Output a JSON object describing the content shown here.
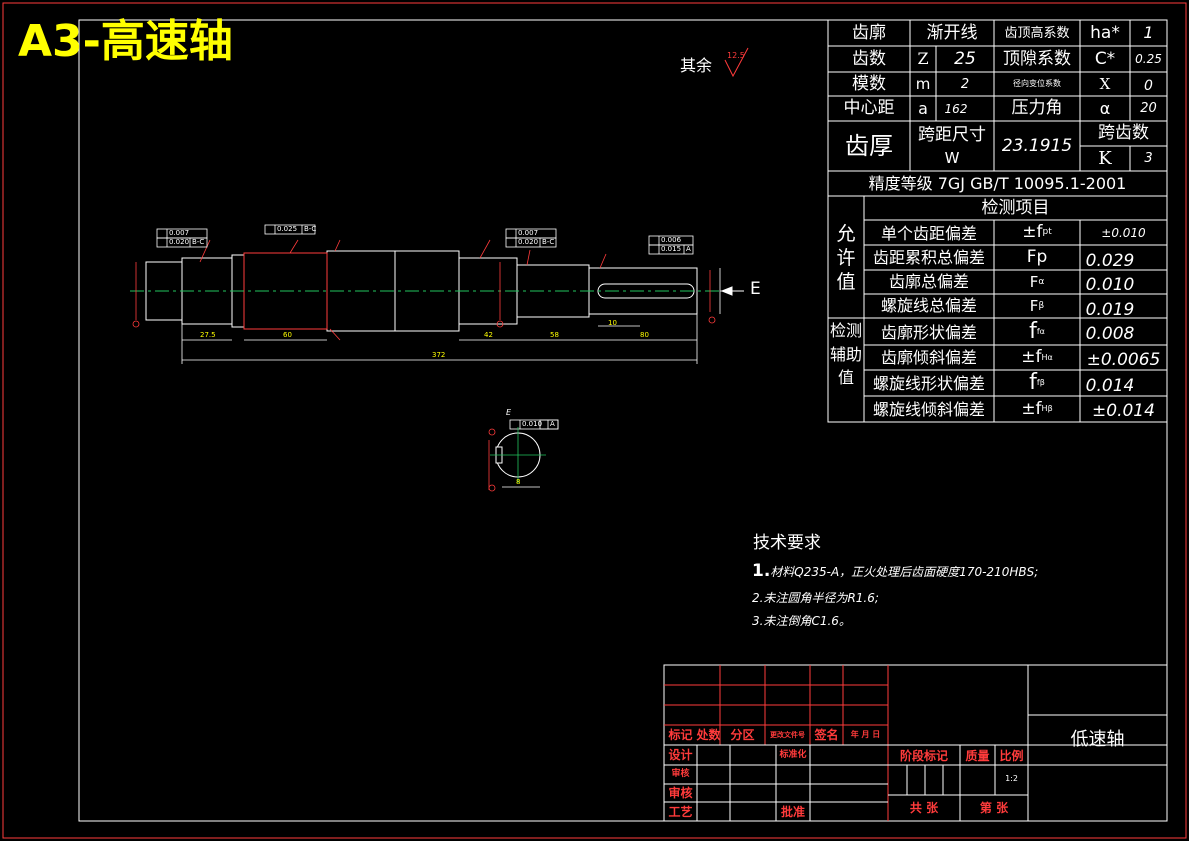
{
  "sheet": {
    "title": "A3-高速轴",
    "surface_finish_note": "其余",
    "surface_finish_value": "12.5"
  },
  "gear_params": {
    "r1": {
      "a": "齿廓",
      "b": "渐开线",
      "c": "齿顶高系数",
      "d": "ha*",
      "e": "1"
    },
    "r2": {
      "a": "齿数",
      "b": "Z",
      "bv": "25",
      "c": "顶隙系数",
      "d": "C*",
      "e": "0.25"
    },
    "r3": {
      "a": "模数",
      "b": "m",
      "bv": "2",
      "c": "径向变位系数",
      "d": "X",
      "e": "0"
    },
    "r4": {
      "a": "中心距",
      "b": "a",
      "bv": "162",
      "c": "压力角",
      "d": "α",
      "e": "20"
    },
    "r5": {
      "a": "齿厚",
      "b": "跨距尺寸",
      "b2": "W",
      "c": "23.1915",
      "d": "跨齿数",
      "d2": "K",
      "e": "3"
    },
    "precision": "精度等级   7GJ GB/T 10095.1-2001",
    "inspection_header": "检测项目",
    "allow_label_1": "允",
    "allow_label_2": "许",
    "allow_label_3": "值",
    "aux_label_1": "检测",
    "aux_label_2": "辅助",
    "aux_label_3": "值",
    "items": [
      {
        "name": "单个齿距偏差",
        "sym": "±f",
        "sub": "pt",
        "val": "±0.010"
      },
      {
        "name": "齿距累积总偏差",
        "sym": "Fp",
        "sub": "",
        "val": "0.029"
      },
      {
        "name": "齿廓总偏差",
        "sym": "F",
        "sub": "α",
        "val": "0.010"
      },
      {
        "name": "螺旋线总偏差",
        "sym": "F",
        "sub": "β",
        "val": "0.019"
      },
      {
        "name": "齿廓形状偏差",
        "sym": "f",
        "sub": "fα",
        "val": "0.008"
      },
      {
        "name": "齿廓倾斜偏差",
        "sym": "±f",
        "sub": "Hα",
        "val": "±0.0065"
      },
      {
        "name": "螺旋线形状偏差",
        "sym": "f",
        "sub": "fβ",
        "val": "0.014"
      },
      {
        "name": "螺旋线倾斜偏差",
        "sym": "±f",
        "sub": "Hβ",
        "val": "±0.014"
      }
    ]
  },
  "tech_req": {
    "title": "技术要求",
    "l1_num": "1.",
    "l1": "材料Q235-A，正火处理后齿面硬度170-210HBS;",
    "l2": "2.未注圆角半径为R1.6;",
    "l3": "3.未注倒角C1.6。"
  },
  "title_block": {
    "h_mark": "标记",
    "h_count": "处数",
    "h_zone": "分区",
    "h_docno": "更改文件号",
    "h_sign": "签名",
    "h_date": "年 月 日",
    "design": "设计",
    "standard": "标准化",
    "trace": "审核",
    "review": "审核",
    "craft": "工艺",
    "approve": "批准",
    "stage": "阶段标记",
    "weight": "质量",
    "scale": "比例",
    "scale_val": "1:2",
    "total": "共   张",
    "sheet": "第   张",
    "part_name": "低速轴"
  },
  "drawing_labels": {
    "view_arrow": "E",
    "section_label": "E",
    "tol_a1": "0.007",
    "tol_a2": "0.020",
    "tol_a2_ref": "B-C",
    "tol_b": "0.025",
    "tol_b_ref": "B-C",
    "tol_c1": "0.007",
    "tol_c2": "0.020",
    "tol_c2_ref": "B-C",
    "tol_d1": "0.006",
    "tol_d2": "0.015",
    "tol_d2_ref": "A",
    "tol_sec": "0.010",
    "tol_sec_ref": "A",
    "dim_total": "372",
    "dim_1": "27.5",
    "dim_2": "60",
    "dim_3": "42",
    "dim_4": "58",
    "dim_5": "80",
    "dim_6": "10",
    "dim_sec": "8"
  },
  "colors": {
    "frame": "#ff3b3b",
    "table_line": "#ffffff",
    "shaft": "#ffffff",
    "centerline": "#22c55e",
    "annotation": "#ff3b3b",
    "dim_text": "#ffff00",
    "title_color": "#ffff00"
  }
}
